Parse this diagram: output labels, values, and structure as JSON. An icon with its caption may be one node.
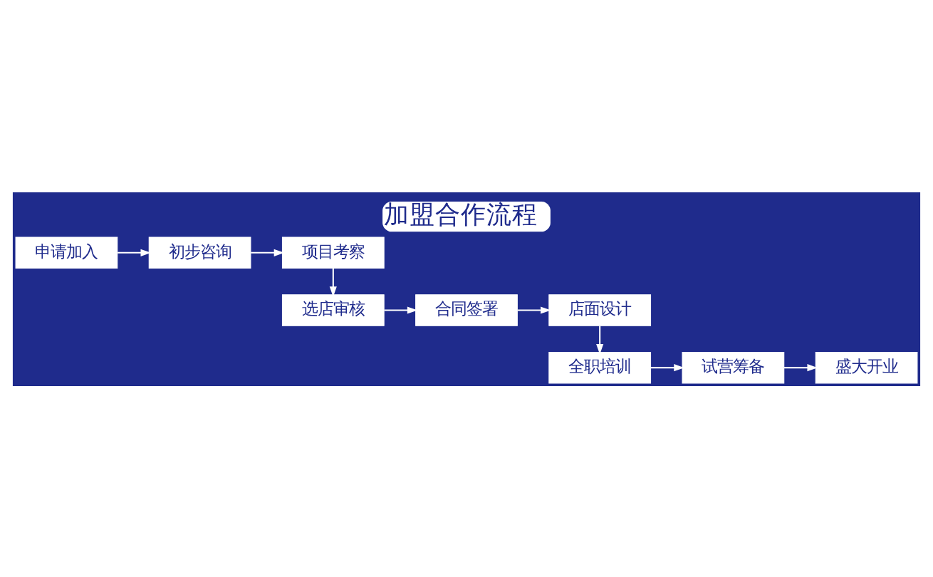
{
  "diagram": {
    "title": "加盟合作流程",
    "nodes": [
      {
        "text": [
          "申请加入"
        ]
      },
      {
        "text": [
          "初步咨询"
        ]
      },
      {
        "text": [
          "项目考察"
        ]
      },
      {
        "text": [
          "店面设计"
        ]
      },
      {
        "text": [
          "合同签署"
        ]
      },
      {
        "text": [
          "选店审核"
        ]
      },
      {
        "text": [
          "全职培训"
        ]
      },
      {
        "text": [
          "试营筹备"
        ]
      },
      {
        "text": [
          "盛大开业"
        ]
      }
    ],
    "edges": [
      {
        "from": 0,
        "to": 1,
        "arrow": "to"
      },
      {
        "from": 1,
        "to": 2,
        "arrow": "to"
      },
      {
        "from": 2,
        "to": 5,
        "arrow": "to"
      },
      {
        "from": 5,
        "to": 4,
        "arrow": "to"
      },
      {
        "from": 4,
        "to": 3,
        "arrow": "to"
      },
      {
        "from": 3,
        "to": 6,
        "arrow": "to"
      },
      {
        "from": 6,
        "to": 7,
        "arrow": "to"
      },
      {
        "from": 7,
        "to": 8,
        "arrow": "to"
      }
    ]
  }
}
